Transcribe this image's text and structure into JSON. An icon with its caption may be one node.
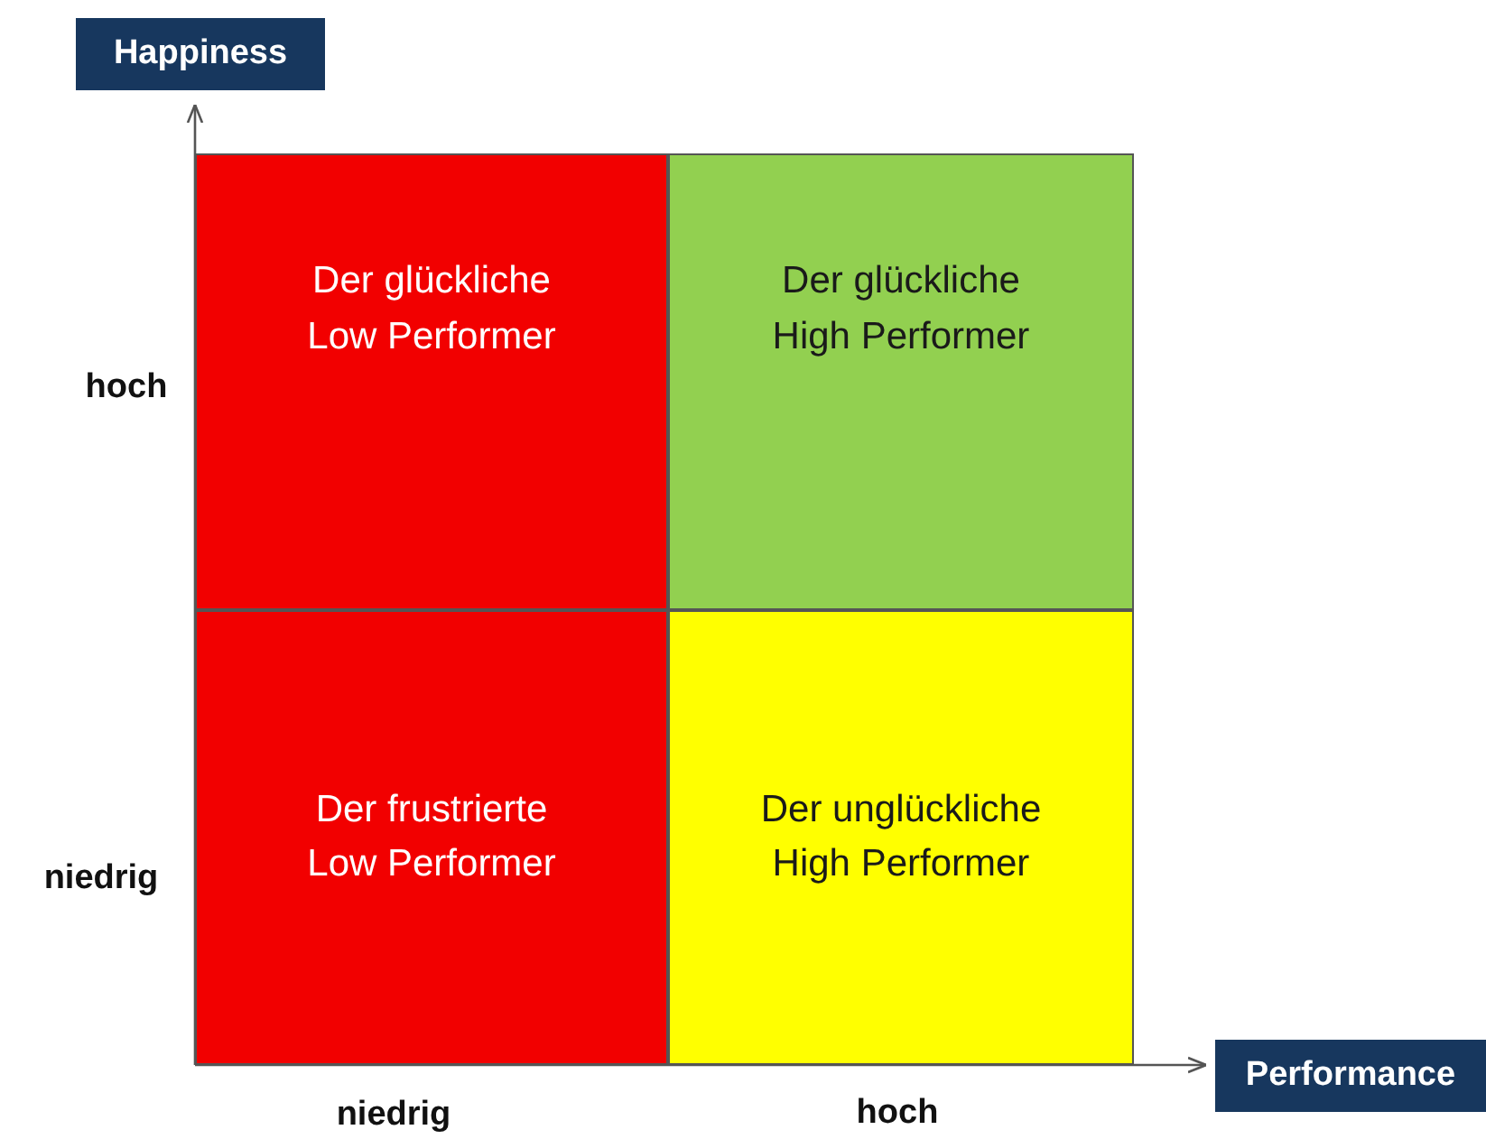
{
  "diagram": {
    "nodes": [
      {
        "text": [
          "Der glückliche Low Performer"
        ]
      },
      {
        "text": [
          "Der glückliche High Performer"
        ]
      },
      {
        "text": [
          "Der frustrierte Low Performer"
        ]
      },
      {
        "text": [
          "Der unglückliche High Performer"
        ]
      }
    ],
    "labels": [
      "Happiness",
      "hoch",
      "niedrig",
      "niedrig",
      "hoch",
      "Performance"
    ]
  }
}
